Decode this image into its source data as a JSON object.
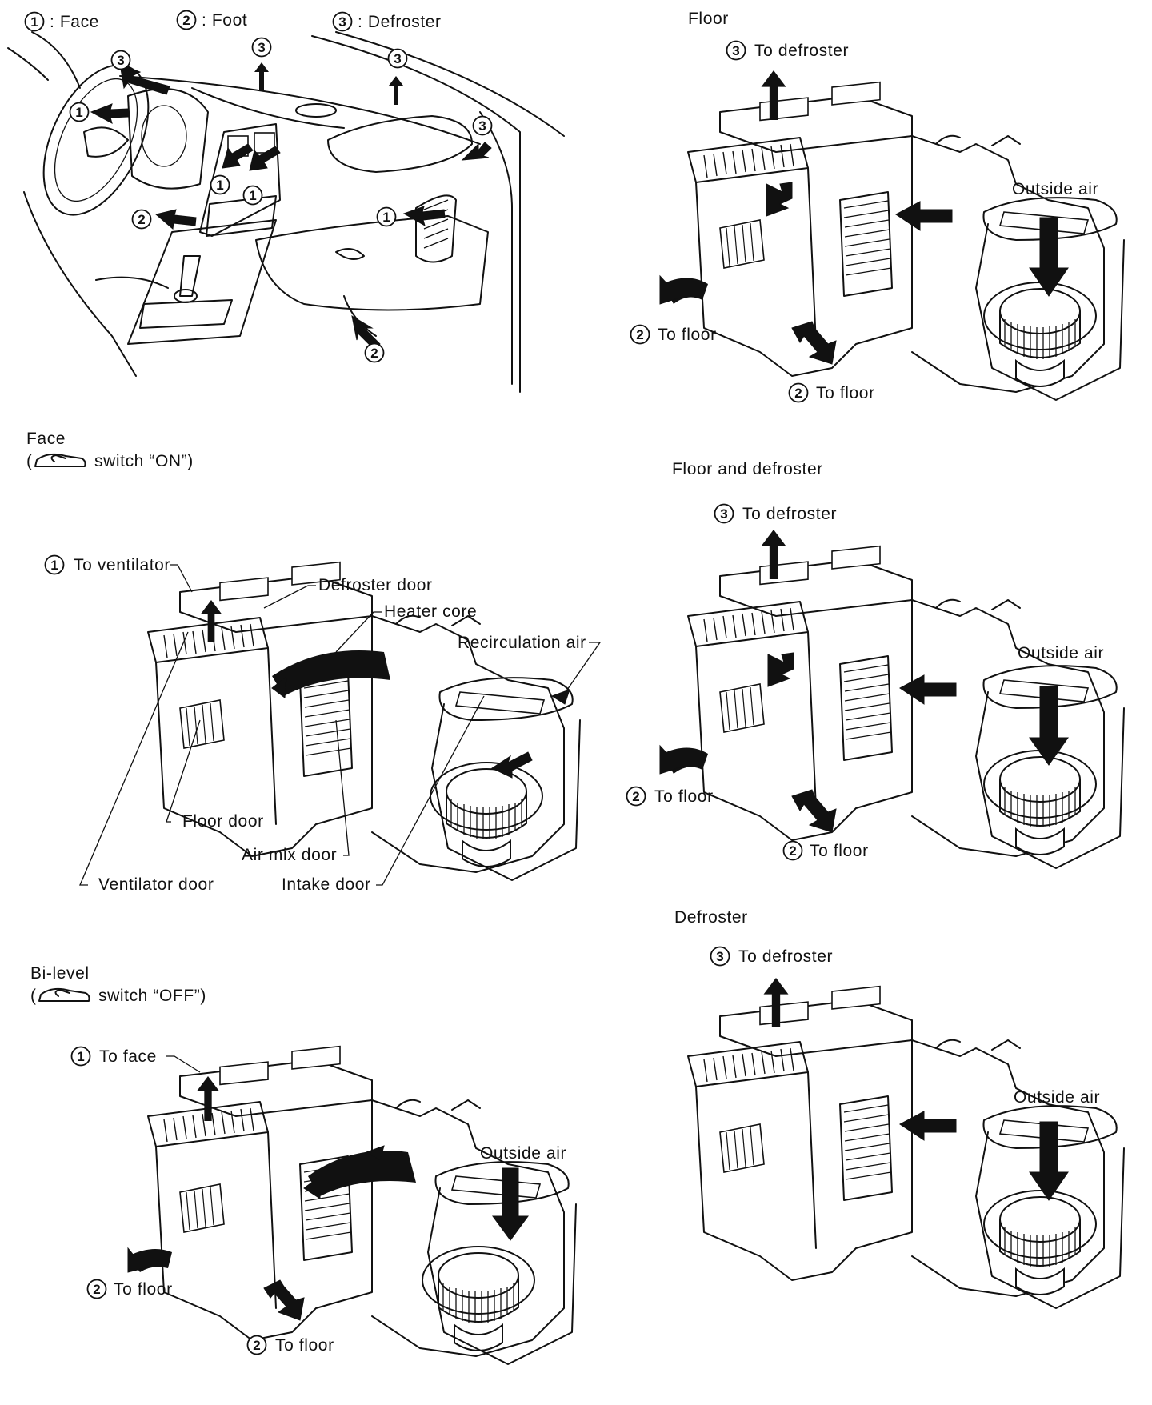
{
  "legend": {
    "face": {
      "num": "1",
      "text": ": Face"
    },
    "foot": {
      "num": "2",
      "text": ": Foot"
    },
    "defroster": {
      "num": "3",
      "text": ": Defroster"
    }
  },
  "dashboard": {
    "markers": [
      "3",
      "3",
      "3",
      "3",
      "1",
      "1",
      "1",
      "1",
      "2",
      "2"
    ]
  },
  "panels": {
    "face": {
      "title": "Face",
      "switch_open": "(",
      "switch_text": "switch “ON”)",
      "labels": {
        "to_ventilator_num": "1",
        "to_ventilator": "To ventilator",
        "defroster_door": "Defroster door",
        "heater_core": "Heater core",
        "recirculation_air": "Recirculation air",
        "floor_door": "Floor door",
        "air_mix_door": "Air mix door",
        "ventilator_door": "Ventilator door",
        "intake_door": "Intake door"
      }
    },
    "bilevel": {
      "title": "Bi-level",
      "switch_open": "(",
      "switch_text": "switch “OFF”)",
      "labels": {
        "to_face_num": "1",
        "to_face": "To face",
        "outside_air": "Outside air",
        "to_floor_a_num": "2",
        "to_floor_a": "To floor",
        "to_floor_b_num": "2",
        "to_floor_b": "To floor"
      }
    },
    "floor": {
      "title": "Floor",
      "labels": {
        "to_defroster_num": "3",
        "to_defroster": "To defroster",
        "outside_air": "Outside air",
        "to_floor_a_num": "2",
        "to_floor_a": "To floor",
        "to_floor_b_num": "2",
        "to_floor_b": "To floor"
      }
    },
    "floor_defroster": {
      "title": "Floor and defroster",
      "labels": {
        "to_defroster_num": "3",
        "to_defroster": "To defroster",
        "outside_air": "Outside air",
        "to_floor_a_num": "2",
        "to_floor_a": "To floor",
        "to_floor_b_num": "2",
        "to_floor_b": "To floor"
      }
    },
    "defroster": {
      "title": "Defroster",
      "labels": {
        "to_defroster_num": "3",
        "to_defroster": "To defroster",
        "outside_air": "Outside air"
      }
    }
  }
}
